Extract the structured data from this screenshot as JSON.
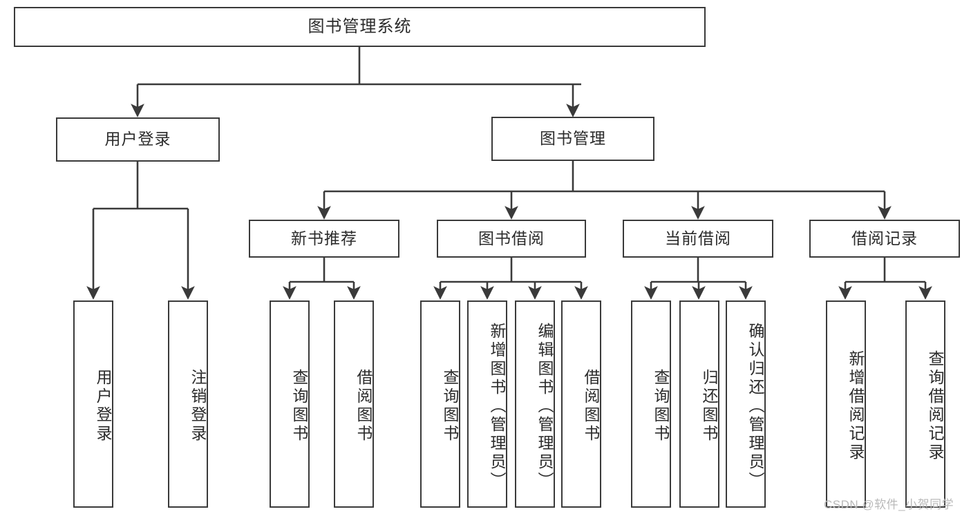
{
  "diagram": {
    "title": "图书管理系统",
    "watermark": "CSDN @软件_小贺同学",
    "style": {
      "box_border_color": "#3a3a3a",
      "box_fill_color": "#ffffff",
      "edge_color": "#3a3a3a",
      "text_color": "#2b2b2b",
      "watermark_color": "#b9b9b9",
      "background": "#ffffff"
    },
    "nodes": {
      "root": {
        "label": "图书管理系统"
      },
      "level1": [
        {
          "id": "user-login",
          "label": "用户登录"
        },
        {
          "id": "book-manage",
          "label": "图书管理"
        }
      ],
      "level2": [
        {
          "id": "new-book-recommend",
          "label": "新书推荐"
        },
        {
          "id": "book-borrow",
          "label": "图书借阅"
        },
        {
          "id": "current-borrow",
          "label": "当前借阅"
        },
        {
          "id": "borrow-record",
          "label": "借阅记录"
        }
      ],
      "leaves": {
        "user-login": [
          {
            "id": "leaf-user-login",
            "label": "用户登录"
          },
          {
            "id": "leaf-logout-login",
            "label": "注销登录"
          }
        ],
        "new-book-recommend": [
          {
            "id": "leaf-query-book-1",
            "label": "查询图书"
          },
          {
            "id": "leaf-borrow-book-1",
            "label": "借阅图书"
          }
        ],
        "book-borrow": [
          {
            "id": "leaf-query-book-2",
            "label": "查询图书"
          },
          {
            "id": "leaf-add-book",
            "label": "新增图书（管理员）"
          },
          {
            "id": "leaf-edit-book",
            "label": "编辑图书（管理员）"
          },
          {
            "id": "leaf-borrow-book-2",
            "label": "借阅图书"
          }
        ],
        "current-borrow": [
          {
            "id": "leaf-query-book-3",
            "label": "查询图书"
          },
          {
            "id": "leaf-return-book",
            "label": "归还图书"
          },
          {
            "id": "leaf-confirm-return",
            "label": "确认归还（管理员）"
          }
        ],
        "borrow-record": [
          {
            "id": "leaf-add-record",
            "label": "新增借阅记录"
          },
          {
            "id": "leaf-query-record",
            "label": "查询借阅记录"
          }
        ]
      }
    }
  }
}
